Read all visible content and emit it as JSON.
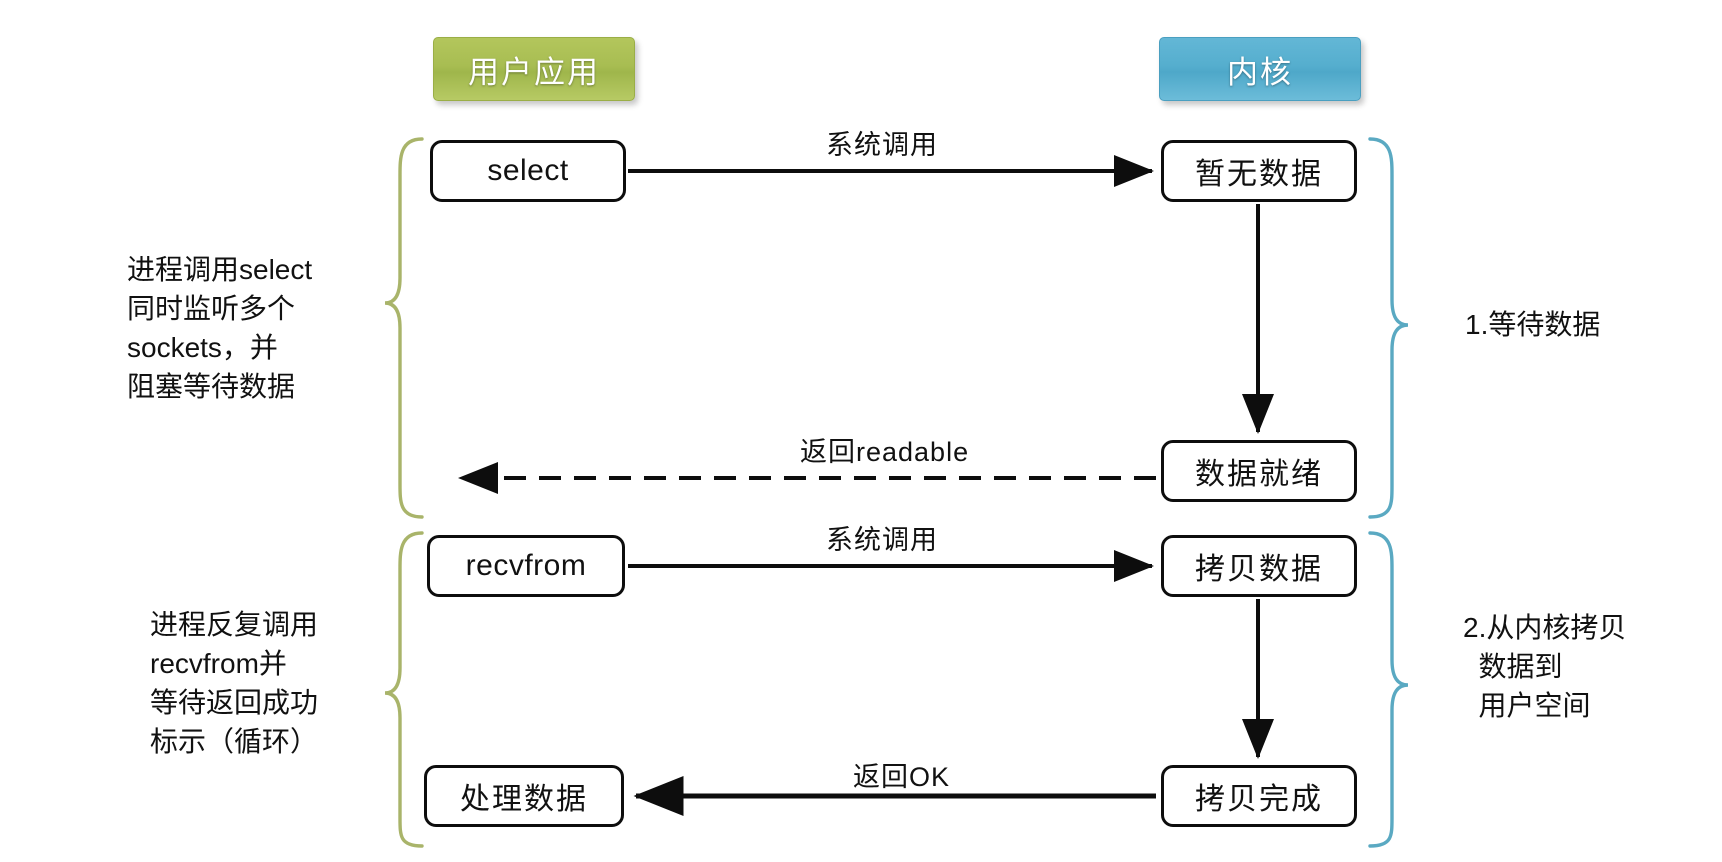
{
  "diagram": {
    "title": "IO multiplexing (select) flow",
    "background_color": "#ffffff"
  },
  "headers": {
    "user": {
      "label": "用户应用",
      "color": "#a8bd52"
    },
    "kernel": {
      "label": "内核",
      "color": "#55aece"
    }
  },
  "nodes": {
    "select": "select",
    "recvfrom": "recvfrom",
    "process_data": "处理数据",
    "no_data": "暂无数据",
    "data_ready": "数据就绪",
    "copy_data": "拷贝数据",
    "copy_done": "拷贝完成"
  },
  "edges": {
    "syscall_1": "系统调用",
    "return_readable": "返回readable",
    "syscall_2": "系统调用",
    "return_ok": "返回OK"
  },
  "annotations": {
    "left_top": "进程调用select\n同时监听多个\nsockets，并\n阻塞等待数据",
    "left_bottom": "进程反复调用\nrecvfrom并\n等待返回成功\n标示（循环）",
    "right_top": "1.等待数据",
    "right_bottom": "2.从内核拷贝\n  数据到\n  用户空间"
  },
  "braces": {
    "left_color": "#a9b46a",
    "right_color": "#5aa9c2"
  }
}
